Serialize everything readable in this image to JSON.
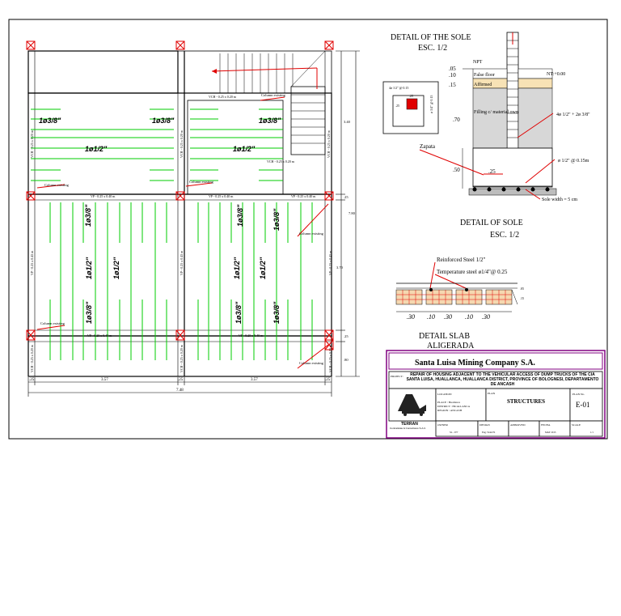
{
  "plan": {
    "rebar_top_a": "1ø3/8\"",
    "rebar_top_b": "1ø3/8\"",
    "rebar_top_c": "1ø3/8\"",
    "rebar_mid_a": "1ø1/2\"",
    "rebar_mid_b": "1ø1/2\"",
    "rebar_v1": "1ø3/8\"",
    "rebar_v2": "1ø1/2\"",
    "rebar_v3": "1ø1/2\"",
    "rebar_v4": "1ø3/8\"",
    "rebar_v5": "1ø3/8\"",
    "rebar_v6": "1ø1/2\"",
    "rebar_v7": "1ø1/2\"",
    "rebar_v8": "1ø3/8\"",
    "rebar_v9": "1ø3/8\"",
    "rebar_v10": "1ø3/8\"",
    "beam_vch_top": "VCH - 0.25 x 0.20 m",
    "beam_vch_stair": "VCH - 0.25 x 0.20 m",
    "beam_vp_a": "VP - 0.25 x 0.40 m",
    "beam_vp_b": "VP - 0.25 x 0.40 m",
    "beam_vp_c": "VP - 0.25 x 0.40 m",
    "beam_vp_d": "VP - 0.25 x 0.40 m",
    "beam_vp_e": "VP - 0.25 x 0.40 m",
    "beam_vert_1": "VCH - 0.25 x 0.20 m",
    "beam_vert_2": "VCH - 0.25 x 0.20 m",
    "beam_vert_3": "VCH - 0.25 x 0.20 m",
    "beam_vert_4": "VP - 0.25 x 0.45 m",
    "beam_vert_5": "VP - 0.25 x 0.45 m",
    "beam_vert_6": "VP - 0.25 x 0.45 m",
    "beam_vert_7": "VCH - 0.25 x 0.20 m",
    "beam_vert_8": "VCH - 0.25 x 0.20 m",
    "beam_vert_9": "VCH - 0.25 x 0.20 m",
    "col_label_1": "Column existing",
    "col_label_2": "Column existing",
    "col_label_3": "Column existing",
    "col_label_4": "Column existing",
    "col_label_5": "Column existing",
    "col_label_6": "Column existing",
    "dim_bottom_1": ".25",
    "dim_bottom_2": "3.57",
    "dim_bottom_3": ".25",
    "dim_bottom_4": "3.57",
    "dim_bottom_5": ".25",
    "dim_total": "7.48",
    "dim_right_1": "3.40",
    "dim_right_2": ".25",
    "dim_right_3": "7.80",
    "dim_right_4": "3.70",
    "dim_right_5": ".25",
    "dim_right_6": ".80"
  },
  "sole_detail": {
    "title": "DETAIL OF THE SOLE",
    "scale": "ESC. 1/2",
    "npt": "NPT",
    "false_floor": "False floor",
    "affirmed": "Affirmed",
    "filling": "Filling c/ material own",
    "nt": "NT:+0.00",
    "zapata": "Zapata",
    "rebar_note": "4ø 1/2\" + 2ø 3/8\"",
    "stirrup": "ø 1/2\" @ 0.15m",
    "sole_width": "Sole width = 5 cm",
    "d05": ".05",
    "d10": ".10",
    "d15": ".15",
    "d70": ".70",
    "d50": ".50",
    "d25": ".25",
    "col_d25": ".25",
    "col_d25b": ".25",
    "col_note": "4ø 1/2\" @ 0.15",
    "col_note2": "ø 1/4\" @ 0.15"
  },
  "sole_detail2": {
    "title": "DETAIL OF SOLE",
    "scale": "ESC. 1/2"
  },
  "slab_detail": {
    "reinforced": "Reinforced Steel 1/2\"",
    "temperature": "Temperature steel ø1/4\"@ 0.25",
    "d30a": ".30",
    "d10a": ".10",
    "d30b": ".30",
    "d10b": ".10",
    "d30c": ".30",
    "h05": ".05",
    "h15": ".15",
    "title1": "DETAIL SLAB",
    "title2": "ALIGERADA"
  },
  "title_block": {
    "company": "Santa Luisa Mining Company S.A.",
    "project_label": "PROJECT:",
    "project": "REPAIR OF HOUSING ADJACENT TO THE VEHICULAR ACCESS OF DUMP TRUCKS OF THE CIA SANTA LUISA, HUALLANCA, HUALLANCA DISTRICT, PROVINCE OF BOLOGNESI, DEPARTAMENTO DE ANCASH",
    "location_label": "LOCATION",
    "place": "PLACE   : Huallanca",
    "district": "DISTRICT : HUALLANCA",
    "region": "REGION  : ANCASH",
    "plan_label": "PLAN",
    "plan_name": "STRUCTURES",
    "plan_no_label": "PLAN No.",
    "plan_no": "E-01",
    "owner_label": "OWNER",
    "owner_value": "SL - 077",
    "design_label": "DESIGN",
    "design_value": "Eng. Vidal H.",
    "approved_label": "APPROVED",
    "date_label": "FECHA",
    "date_value": "MAY 2013",
    "scale_label": "SCALE",
    "scale_value": "1/1",
    "logo_text1": "TERRAN",
    "logo_text2": "Contratistas & Consultores S.A.C."
  },
  "colors": {
    "rebar": "#00cc00",
    "accent": "#e00000",
    "title_border": "#800080",
    "company_text": "#cc0000"
  }
}
